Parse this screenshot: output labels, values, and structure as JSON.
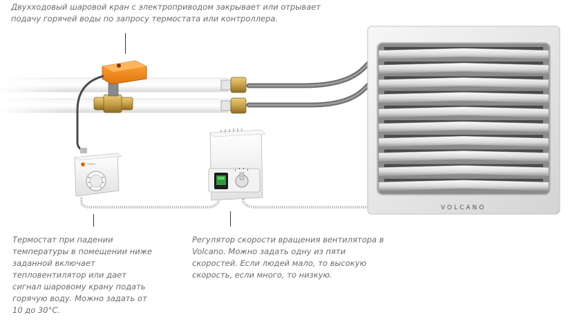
{
  "captions": {
    "valve": "Двухходовый шаровой кран с электроприводом закрывает или отрывает\nподачу горячей воды по запросу термостата или контроллера.",
    "thermostat": "Термостат при падении\nтемпературы в помещении ниже\nзаданной включает\nтепловентилятор или дает\nсигнал шаровому крану подать\nгорячую воду. Можно задать от\n10 до 30°C.",
    "regulator": "Регулятор скорости вращения вентилятора в\nVolcano. Можно задать одну из пяти\nскоростей. Если людей мало, то высокую\nскорость, если много, то низкую."
  },
  "heater": {
    "brand": "VOLCANO"
  },
  "colors": {
    "valve_actuator": "#f28a1c",
    "brass": "#c9a24a",
    "switch_green": "#2f9a3a",
    "caption_text": "#6b6b6b"
  },
  "icons": [
    "ball-valve-actuator-icon",
    "thermostat-icon",
    "speed-regulator-icon",
    "unit-heater-icon"
  ]
}
